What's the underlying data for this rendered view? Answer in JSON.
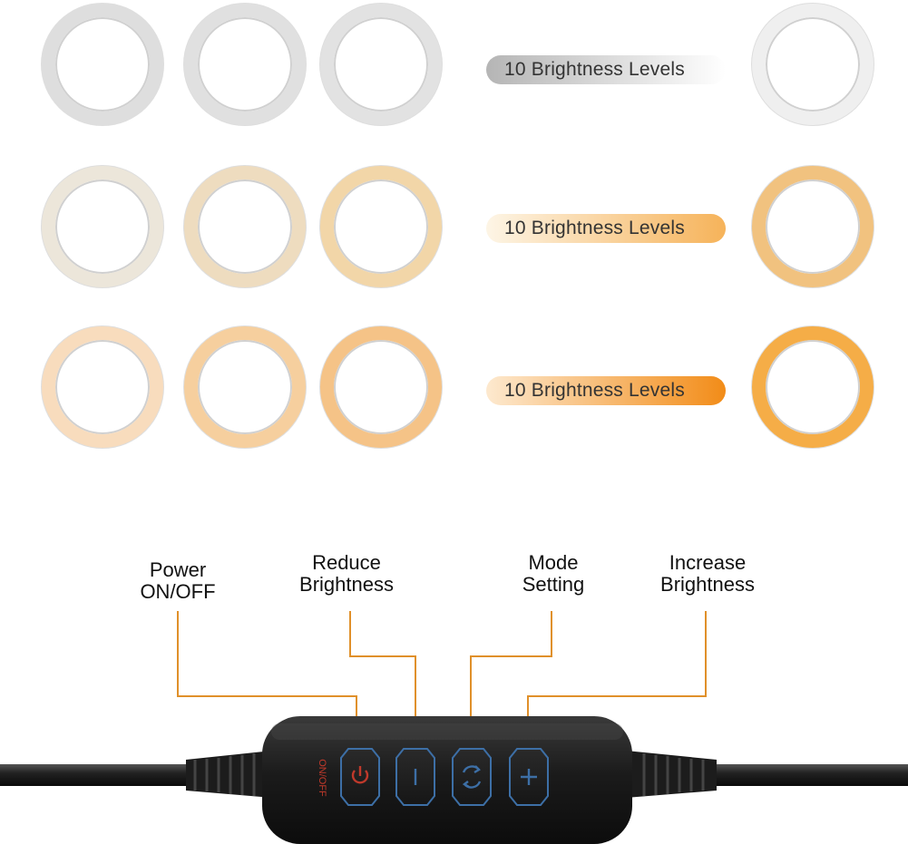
{
  "rows": [
    {
      "label": "10 Brightness Levels",
      "tone": "cool",
      "ring_colors": [
        "#dedede",
        "#e0e0e0",
        "#e2e2e2",
        "#efefef"
      ],
      "pill_gradient": [
        "#b5b5b5",
        "#ffffff"
      ]
    },
    {
      "label": "10 Brightness Levels",
      "tone": "neutral",
      "ring_colors": [
        "#ece6da",
        "#eedcbf",
        "#f2d6a8",
        "#f1c27f"
      ],
      "pill_gradient": [
        "#fdf5e6",
        "#f6b35a"
      ]
    },
    {
      "label": "10 Brightness Levels",
      "tone": "warm",
      "ring_colors": [
        "#f8dcbd",
        "#f6cf9e",
        "#f5c387",
        "#f5ad47"
      ],
      "pill_gradient": [
        "#fde9cf",
        "#f28c18"
      ]
    }
  ],
  "controls": {
    "power_label": [
      "Power",
      "ON/OFF"
    ],
    "reduce_label": [
      "Reduce",
      "Brightness"
    ],
    "mode_label": [
      "Mode",
      "Setting"
    ],
    "increase_label": [
      "Increase",
      "Brightness"
    ],
    "side_text": "ON/OFF",
    "leader_color": "#e0902a",
    "button_color": "#3d6fa6",
    "power_icon_color": "#c0392b"
  }
}
